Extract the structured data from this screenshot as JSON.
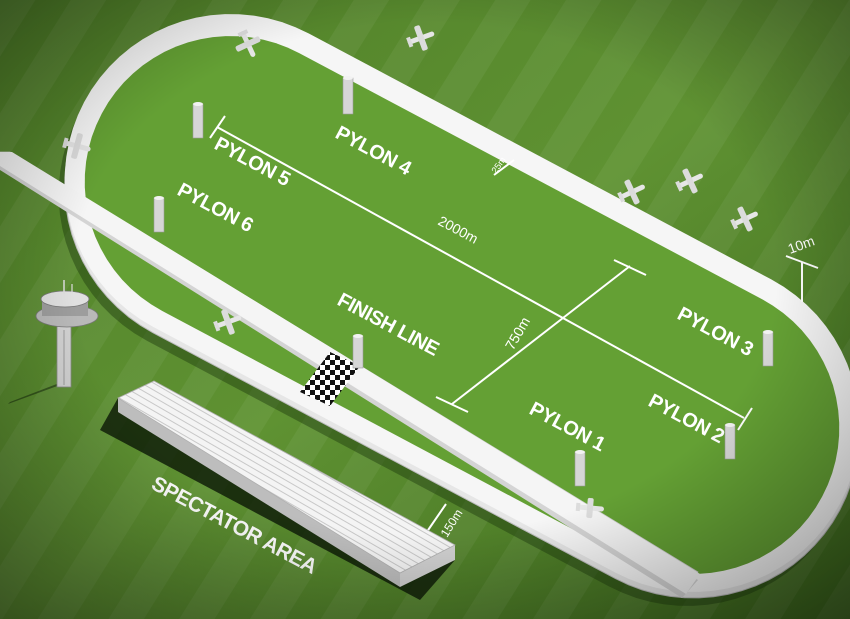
{
  "labels": {
    "pylon1": "PYLON 1",
    "pylon2": "PYLON 2",
    "pylon3": "PYLON 3",
    "pylon4": "PYLON 4",
    "pylon5": "PYLON 5",
    "pylon6": "PYLON 6",
    "finish_line": "FINISH LINE",
    "spectator_area": "SPECTATOR AREA"
  },
  "dimensions": {
    "length": "2000m",
    "width": "750m",
    "wall": "10m",
    "ring_height": "25m",
    "spectator_gap": "150m"
  },
  "colors": {
    "grass_light": "#5c8f30",
    "grass_dark": "#3d6a1f",
    "infield": "#65a035",
    "track_wall": "#f2f2f2",
    "pylon": "#d9d9d9"
  }
}
